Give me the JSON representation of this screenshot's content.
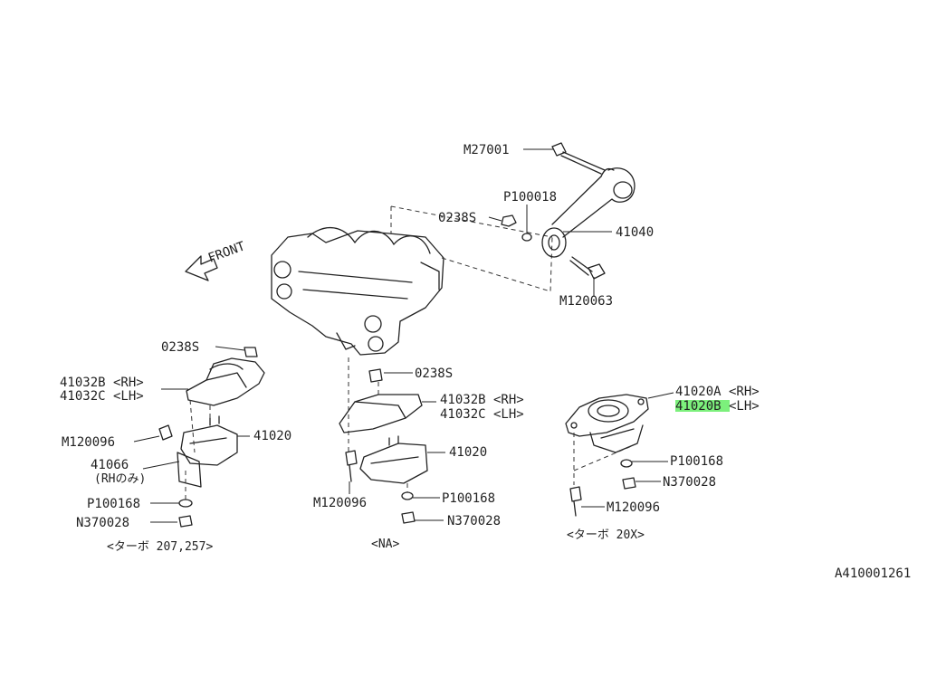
{
  "front_label": "FRONT",
  "doc_id": "A410001261",
  "highlight_color": "#7cf07c",
  "labels": {
    "m27001": "M27001",
    "p100018": "P100018",
    "s0238_top": "0238S",
    "p41040": "41040",
    "m120063": "M120063",
    "s0238_left": "0238S",
    "p41032_rh_left": "41032B <RH>",
    "p41032_lh_left": "41032C <LH>",
    "m120096_left": "M120096",
    "p41020_left": "41020",
    "p41066": "41066",
    "rh_only": "(RHのみ)",
    "p100168_left": "P100168",
    "n370028_left": "N370028",
    "caption_left": "<ターボ  207,257>",
    "s0238_mid": "0238S",
    "p41032_rh_mid": "41032B <RH>",
    "p41032_lh_mid": "41032C <LH>",
    "p41020_mid": "41020",
    "m120096_mid": "M120096",
    "p100168_mid": "P100168",
    "n370028_mid": "N370028",
    "caption_mid": "<NA>",
    "p41020a": "41020A <RH>",
    "p41020b_part": "41020B",
    "p41020b_side": " <LH>",
    "p100168_right": "P100168",
    "n370028_right": "N370028",
    "m120096_right": "M120096",
    "caption_right": "<ターボ  20X>"
  }
}
